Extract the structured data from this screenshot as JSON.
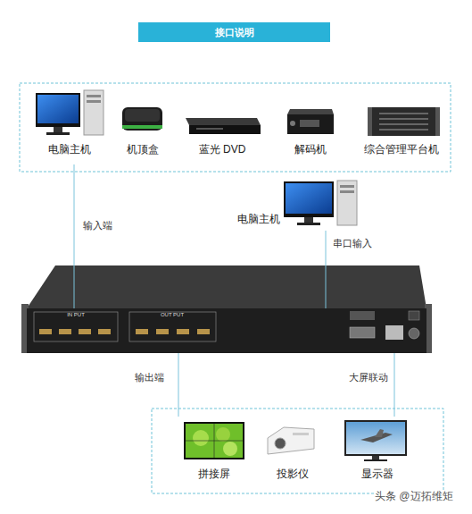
{
  "diagram": {
    "title": "接口说明",
    "nodes": [
      {
        "text": [
          "电脑主机"
        ]
      },
      {
        "text": [
          "机顶盒"
        ]
      },
      {
        "text": [
          "蓝光 DVD"
        ]
      },
      {
        "text": [
          "解码机"
        ]
      },
      {
        "text": [
          "综合管理平台机"
        ]
      },
      {
        "text": [
          "电脑主机"
        ]
      },
      {
        "text": [
          "IN PUT",
          "OUT PUT"
        ]
      },
      {
        "text": [
          "拼接屏"
        ]
      },
      {
        "text": [
          "投影仪"
        ]
      },
      {
        "text": [
          "显示器"
        ]
      }
    ],
    "edges": [
      {
        "from": 0,
        "to": 6,
        "label": "输入端",
        "arrow": "none"
      },
      {
        "from": 5,
        "to": 6,
        "label": "串口输入",
        "arrow": "none"
      },
      {
        "from": 6,
        "to": 7,
        "label": "输出端",
        "arrow": "none"
      },
      {
        "from": 6,
        "to": 9,
        "label": "大屏联动",
        "arrow": "none"
      }
    ],
    "labels": [
      "头条 @迈拓维矩"
    ]
  }
}
